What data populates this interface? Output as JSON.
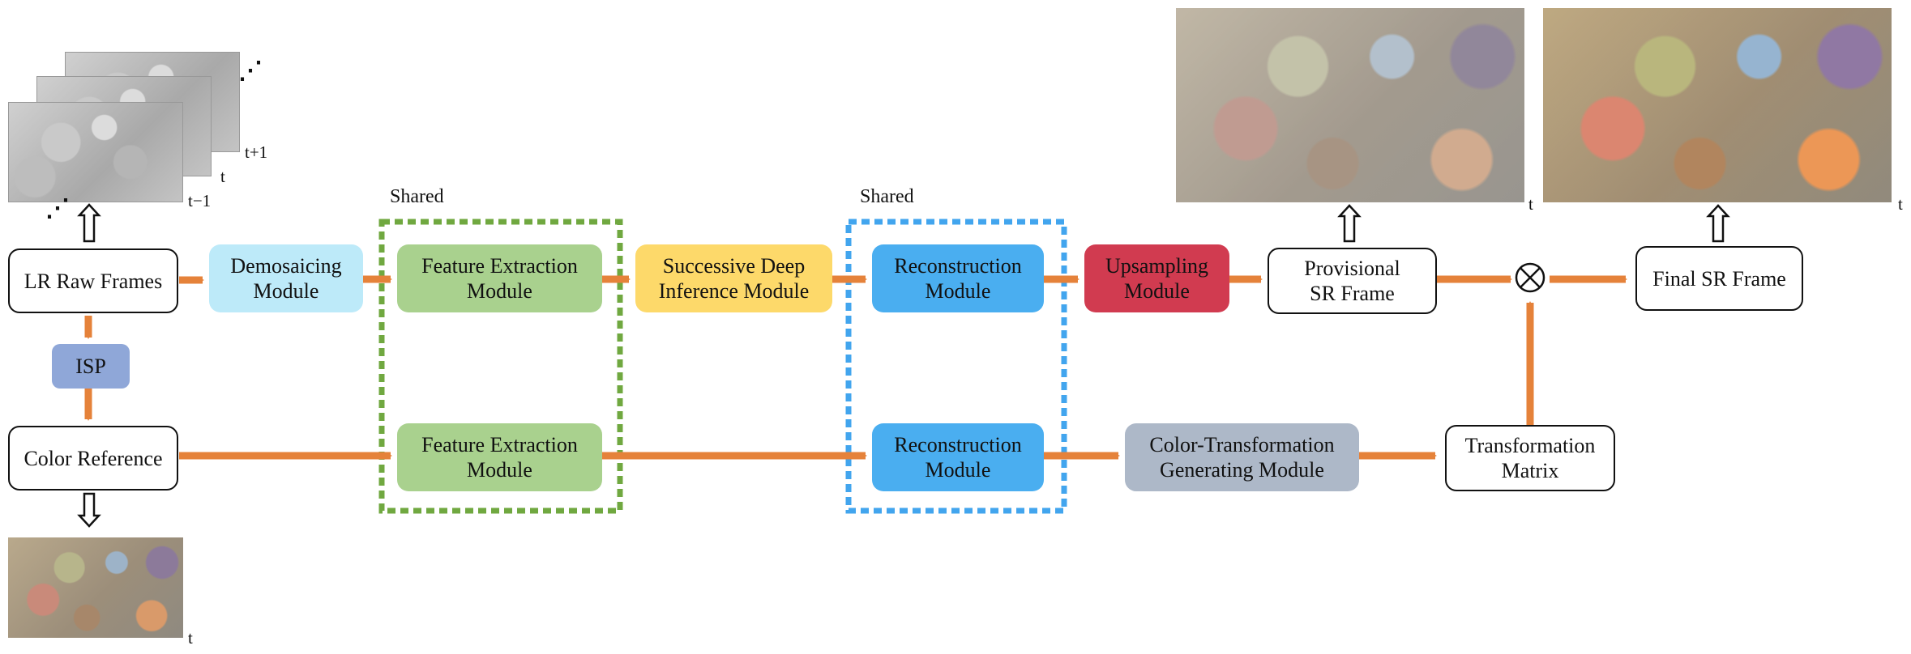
{
  "nodes": {
    "lr_raw": "LR Raw Frames",
    "demosaic": [
      "Demosaicing",
      "Module"
    ],
    "fe_top": [
      "Feature Extraction",
      "Module"
    ],
    "sdi": [
      "Successive Deep",
      "Inference Module"
    ],
    "rec_top": [
      "Reconstruction",
      "Module"
    ],
    "upsample": [
      "Upsampling",
      "Module"
    ],
    "provisional": [
      "Provisional",
      "SR Frame"
    ],
    "final": "Final SR Frame",
    "isp": "ISP",
    "color_ref": "Color Reference",
    "fe_bot": [
      "Feature Extraction",
      "Module"
    ],
    "rec_bot": [
      "Reconstruction",
      "Module"
    ],
    "ctg": [
      "Color-Transformation",
      "Generating Module"
    ],
    "tmatrix": [
      "Transformation",
      "Matrix"
    ]
  },
  "shared_labels": [
    "Shared",
    "Shared"
  ],
  "frame_labels": {
    "t_plus_1": "t+1",
    "t": "t",
    "t_minus_1": "t−1"
  },
  "time_labels": {
    "color_ref_t": "t",
    "provisional_t": "t",
    "final_t": "t"
  },
  "ellipsis": "⋰",
  "operator_icon": "multiply-circle-icon",
  "colors": {
    "arrow": "#e5823a",
    "demosaic": "#bdeaf9",
    "feature": "#a9d18e",
    "sdi": "#fdd96a",
    "reconstruction": "#4aaef0",
    "upsample": "#d13b50",
    "isp": "#8fa7d8",
    "ctg": "#adb8c8",
    "shared_green": "#70a840",
    "shared_blue": "#42a5ee"
  }
}
